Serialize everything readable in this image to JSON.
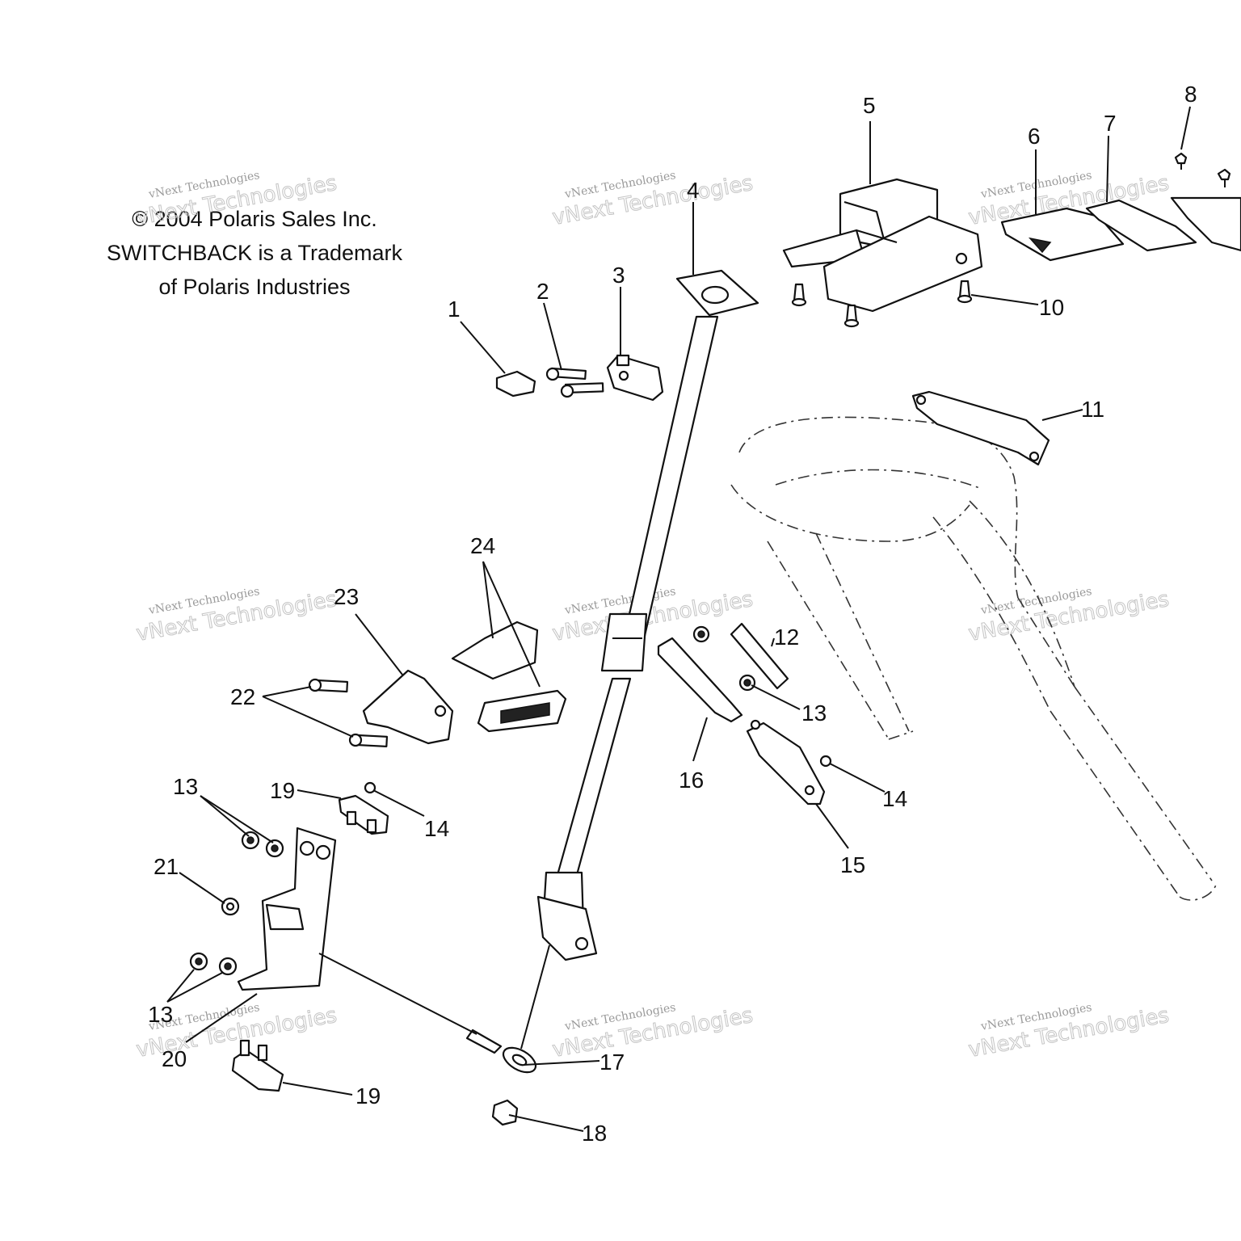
{
  "copyright": {
    "line1": "© 2004 Polaris Sales Inc.",
    "line2": "SWITCHBACK is a Trademark",
    "line3": "of Polaris Industries"
  },
  "watermark": {
    "line1": "vNext Technologies",
    "line2": "vNext Technologies"
  },
  "callouts": {
    "c1": "1",
    "c2": "2",
    "c3": "3",
    "c4": "4",
    "c5": "5",
    "c6": "6",
    "c7": "7",
    "c8": "8",
    "c10": "10",
    "c11": "11",
    "c12": "12",
    "c13a": "13",
    "c13b": "13",
    "c13c": "13",
    "c14a": "14",
    "c14b": "14",
    "c15": "15",
    "c16": "16",
    "c17": "17",
    "c18": "18",
    "c19a": "19",
    "c19b": "19",
    "c20": "20",
    "c21": "21",
    "c22": "22",
    "c23": "23",
    "c24": "24"
  }
}
